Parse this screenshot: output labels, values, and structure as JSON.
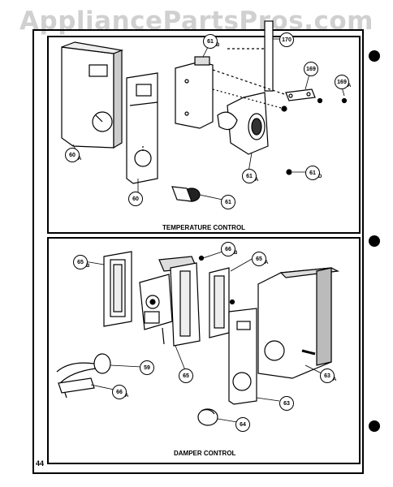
{
  "watermark": "AppliancePartsPros.com",
  "page_number": "44",
  "sections": {
    "top_title": "TEMPERATURE CONTROL",
    "bottom_title": "DAMPER CONTROL"
  },
  "callouts_top": [
    {
      "id": "c170",
      "label": "170"
    },
    {
      "id": "c61b",
      "label": "61",
      "sub": "B"
    },
    {
      "id": "c169a",
      "label": "169"
    },
    {
      "id": "c169b",
      "label": "169",
      "sub": "A"
    },
    {
      "id": "c60a",
      "label": "60",
      "sub": "A"
    },
    {
      "id": "c60",
      "label": "60"
    },
    {
      "id": "c61a",
      "label": "61",
      "sub": "A"
    },
    {
      "id": "c61d",
      "label": "61",
      "sub": "D"
    },
    {
      "id": "c61",
      "label": "61"
    }
  ],
  "callouts_bottom": [
    {
      "id": "c65b",
      "label": "65",
      "sub": "B"
    },
    {
      "id": "c66b",
      "label": "66",
      "sub": "B"
    },
    {
      "id": "c65a",
      "label": "65",
      "sub": "A"
    },
    {
      "id": "c59",
      "label": "59"
    },
    {
      "id": "c66a",
      "label": "66",
      "sub": "A"
    },
    {
      "id": "c65",
      "label": "65"
    },
    {
      "id": "c63a",
      "label": "63",
      "sub": "A"
    },
    {
      "id": "c63",
      "label": "63"
    },
    {
      "id": "c64",
      "label": "64"
    }
  ]
}
